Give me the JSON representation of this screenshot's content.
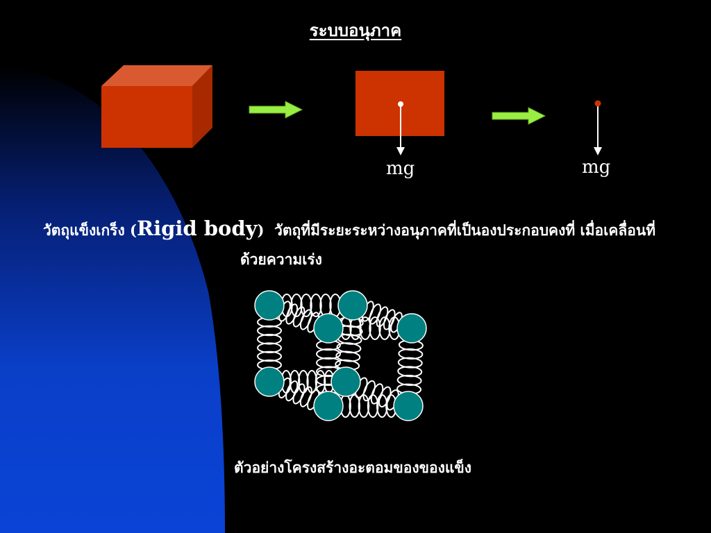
{
  "slide": {
    "title": "ระบบอนุภาค",
    "mg_label_1": "mg",
    "mg_label_2": "mg",
    "definition": {
      "term_prefix": "วัตถุแข็งเกร็ง (",
      "term_english": "Rigid body",
      "term_suffix": ")",
      "text_line1": "วัตถุที่มีระยะระหว่างอนุภาคที่เป็นองประกอบคงที่  เมื่อเคลื่อนที่",
      "text_line2": "ด้วยความเร่ง"
    },
    "caption": "ตัวอย่างโครงสร้างอะตอมของของแข็ง"
  },
  "colors": {
    "background": "#000000",
    "curve_blue": "#0a3fc8",
    "block_front": "#cc3300",
    "block_top": "#d95a30",
    "block_side": "#a82800",
    "arrow_green": "#99ee44",
    "atom_teal": "#008080",
    "spring_white": "#ffffff"
  }
}
